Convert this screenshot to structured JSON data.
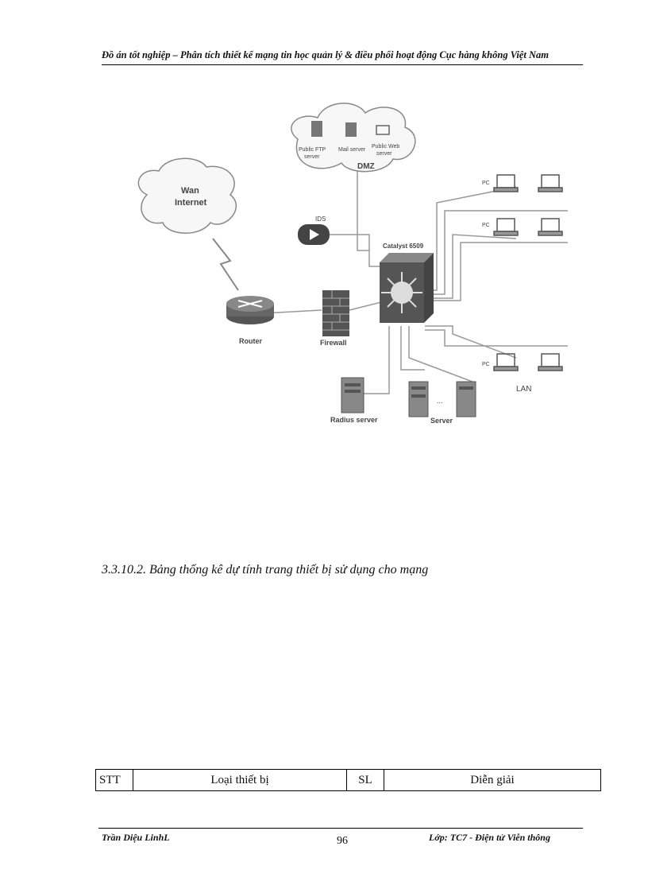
{
  "header": {
    "title": "Đồ án tốt nghiệp – Phân tích thiết kế mạng tin học quản lý & điều phối hoạt động Cục hàng không Việt Nam"
  },
  "diagram": {
    "dmz_servers": [
      "Public FTP",
      "server",
      "Mail server",
      "Public Web",
      "server"
    ],
    "dmz_label": "DMZ",
    "wan_label_1": "Wan",
    "wan_label_2": "Internet",
    "ids_label": "IDS",
    "switch_label": "Catalyst 6509",
    "router_label": "Router",
    "firewall_label": "Firewall",
    "radius_label": "Radius server",
    "server_label": "Server",
    "ellipsis": "...",
    "pc_label": "PC",
    "lan_label": "LAN"
  },
  "section_heading": "3.3.10.2. Bảng thống kê dự tính trang thiết bị sử dụng cho mạng",
  "table": {
    "columns": [
      "STT",
      "Loại thiết bị",
      "SL",
      "Diễn giải"
    ]
  },
  "footer": {
    "author": "Trần Diệu LinhL",
    "page": "96",
    "class": "Lớp: TC7 - Điện tử Viễn thông"
  }
}
